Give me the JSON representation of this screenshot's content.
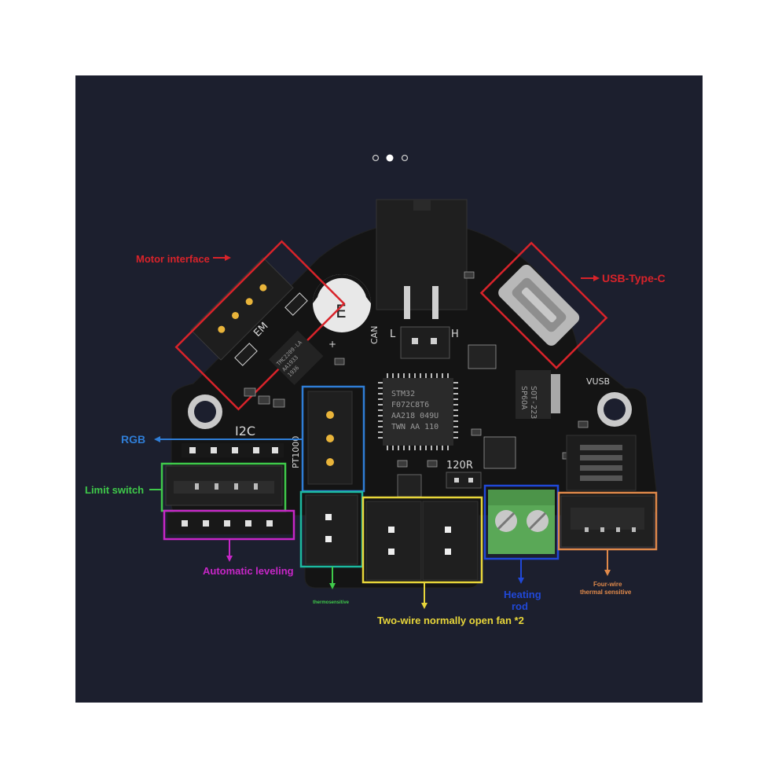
{
  "carousel": {
    "dots": 3,
    "active": 1
  },
  "colors": {
    "background": "#1c1f2e",
    "board": "#141414",
    "red": "#d8232a",
    "blue": "#2f7dd6",
    "green": "#3fc94a",
    "magenta": "#c726c7",
    "yellow": "#e8d63a",
    "teal": "#1cb9a0",
    "darkblue": "#2048d8",
    "orange": "#e0894a"
  },
  "labels": {
    "motor_interface": "Motor interface",
    "usb_type_c": "USB-Type-C",
    "rgb": "RGB",
    "limit_switch": "Limit switch",
    "automatic_leveling": "Automatic leveling",
    "thermosensitive": "thermosensitive",
    "two_wire_fan": "Two-wire normally open fan *2",
    "heating_rod_1": "Heating",
    "heating_rod_2": "rod",
    "four_wire_1": "Four-wire",
    "four_wire_2": "thermal sensitive"
  },
  "silkscreen": {
    "i2c": "I2C",
    "pt1000": "PT1000",
    "can": "CAN",
    "l": "L",
    "h": "H",
    "em": "EM",
    "r120": "120R",
    "vusb": "VUSB",
    "plus": "+",
    "sot": "SOT-223",
    "sot2": "SP6OA",
    "cap_mark": "E"
  },
  "mcu": {
    "line1": "STM32",
    "line2": "F072C8T6",
    "line3": "AA218 049U",
    "line4": "TWN AA 110"
  },
  "driver_chip": {
    "line1": "TMC2209-LA",
    "line2": "AA1933",
    "line3": "1936"
  }
}
